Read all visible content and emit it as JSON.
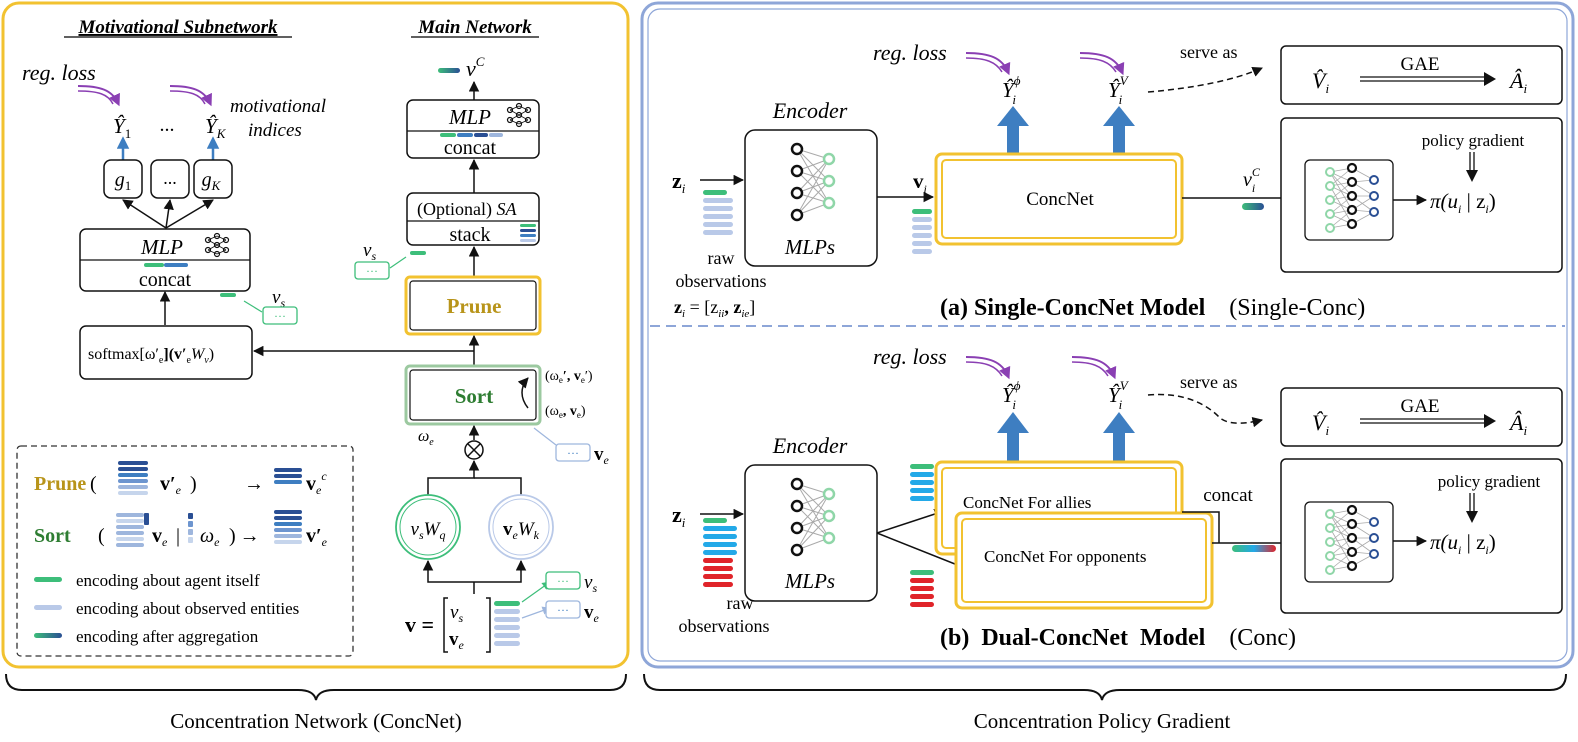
{
  "colors": {
    "yellow_border": "#F2C230",
    "blue_border": "#8EA6D8",
    "green_text": "#2E7D32",
    "gold_text": "#B8941A",
    "purple_arrow": "#8A3FB3",
    "blue_arrow": "#3E7EC1",
    "green_bar": "#3DBE7A",
    "light_blue_bar": "#B9C9E8",
    "dark_blue_bar": "#2A4F94",
    "cyan_bar": "#23A9E8",
    "red_bar": "#E0242A"
  },
  "left": {
    "title_motivational": "Motivational Subnetwork",
    "title_main": "Main Network",
    "reg_loss": "reg. loss",
    "motivational_indices_1": "motivational",
    "motivational_indices_2": "indices",
    "y1": "Ŷ",
    "y1_sub": "1",
    "yk": "Ŷ",
    "yk_sub": "K",
    "dots": "...",
    "g1": "g",
    "g1_sub": "1",
    "gdots": "...",
    "gk": "g",
    "gk_sub": "K",
    "mlp": "MLP",
    "concat": "concat",
    "vs": "v",
    "vs_sub": "s",
    "small_dots": "···",
    "softmax": "softmax[ω′",
    "softmax_sub": "e",
    "softmax_tail": "](v′",
    "softmax_sub2": "e",
    "softmax_w": "W",
    "softmax_sub3": "v",
    "softmax_end": ")",
    "vc": "v",
    "vc_sup": "C",
    "optional_sa_prefix": "(Optional) ",
    "optional_sa": "SA",
    "stack": "stack",
    "prune": "Prune",
    "sort": "Sort",
    "omega_pair_prime": "(ω",
    "omega_pair_prime_tail": "′, v",
    "omega_pair_prime_end": "′)",
    "omega_pair": "(ω",
    "omega_pair_tail": ", v",
    "omega_pair_end": ")",
    "omega_e": "ω",
    "omega_e_sub": "e",
    "ve_label": "v",
    "ve_sub": "e",
    "vsWq": "v",
    "vsWq_sub": "s",
    "vsWq_w": "W",
    "vsWq_wsub": "q",
    "veWk": "v",
    "veWk_sub": "e",
    "veWk_w": "W",
    "veWk_wsub": "k",
    "v_eq": "v =",
    "legend": {
      "prune_word": "Prune",
      "prune_paren_open": "(",
      "prune_ve": "v′",
      "prune_ve_sub": "e",
      "prune_paren_close": ")",
      "arrow": "→",
      "prune_result": "v",
      "prune_result_sub": "e",
      "prune_result_sup": "c",
      "sort_word": "Sort",
      "sort_open": "(",
      "sort_ve": "v",
      "sort_ve_sub": "e",
      "sort_bar": "|",
      "sort_omega": "ω",
      "sort_omega_sub": "e",
      "sort_close": ")",
      "sort_result": "v′",
      "sort_result_sub": "e",
      "item1": "encoding about agent itself",
      "item2": "encoding about observed entities",
      "item3": "encoding after aggregation"
    }
  },
  "right": {
    "reg_loss": "reg. loss",
    "y_phi": "Ŷ",
    "y_phi_sub": "i",
    "y_phi_sup": "ϕ",
    "y_v": "Ŷ",
    "y_v_sub": "i",
    "y_v_sup": "V",
    "serve_as": "serve as",
    "v_hat": "V̂",
    "v_hat_sub": "i",
    "gae": "GAE",
    "a_hat": "Â",
    "a_hat_sub": "i",
    "encoder": "Encoder",
    "mlps": "MLPs",
    "z": "z",
    "z_sub": "i",
    "v": "v",
    "v_sub": "i",
    "concnet": "ConcNet",
    "vic": "v",
    "vic_sub": "i",
    "vic_sup": "C",
    "policy_gradient": "policy gradient",
    "pi": "π(u",
    "pi_sub": "i",
    "pi_tail": " | z",
    "pi_sub2": "i",
    "pi_end": ")",
    "raw": "raw",
    "observations": "observations",
    "z_eq": "z",
    "z_eq_sub": "i",
    "z_eq_tail": " = [z",
    "z_eq_ii": "ii",
    "z_eq_mid": ", z",
    "z_eq_ie": "ie",
    "z_eq_end": "]",
    "caption_a_bold": "(a) Single-ConcNet Model",
    "caption_a_normal": "(Single-Conc)",
    "concnet_allies": "ConcNet For allies",
    "concnet_opponents": "ConcNet For opponents",
    "concat": "concat",
    "caption_b_bold": "(b)  Dual-ConcNet  Model",
    "caption_b_normal": "(Conc)"
  },
  "bottom": {
    "left_label": "Concentration Network (ConcNet)",
    "right_label": "Concentration Policy Gradient"
  }
}
